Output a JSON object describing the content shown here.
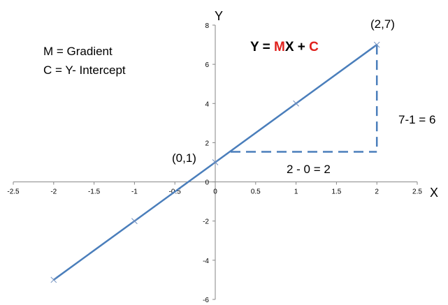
{
  "chart_data": {
    "type": "line",
    "xlabel": "X",
    "ylabel": "Y",
    "xlim": [
      -2.5,
      2.5
    ],
    "ylim": [
      -6,
      8
    ],
    "x_ticks": [
      "-2.5",
      "-2",
      "-1.5",
      "-1",
      "-0.5",
      "0",
      "0.5",
      "1",
      "1.5",
      "2",
      "2.5"
    ],
    "y_ticks": [
      "-6",
      "-4",
      "-2",
      "0",
      "2",
      "4",
      "6",
      "8"
    ],
    "grid": false,
    "series": [
      {
        "x": [
          -2,
          -1,
          0,
          1,
          2
        ],
        "y": [
          -5,
          -2,
          1,
          4,
          7
        ],
        "color": "#4a7ebb"
      }
    ],
    "point_labels": [
      {
        "text": "(2,7)",
        "x": 2,
        "y": 7
      },
      {
        "text": "(0,1)",
        "x": 0,
        "y": 1
      }
    ],
    "delta_labels": {
      "run": "2 - 0 = 2",
      "rise": "7-1 = 6"
    },
    "legend_text": [
      "M = Gradient",
      "C = Y- Intercept"
    ],
    "equation": {
      "y": "Y",
      "eq": " = ",
      "m": "M",
      "x": "X",
      "plus": " + ",
      "c": "C"
    },
    "colors": {
      "line": "#4a7ebb",
      "highlight": "#e0211d",
      "axis": "#868686"
    }
  }
}
